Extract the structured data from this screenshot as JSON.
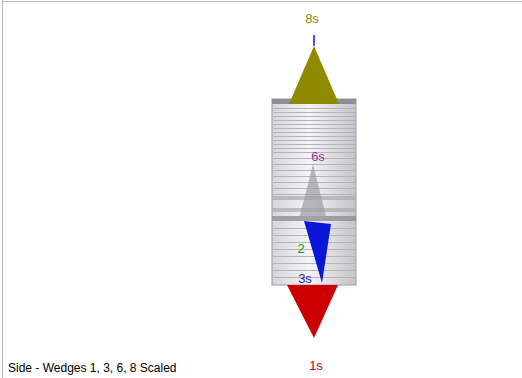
{
  "diagram": {
    "caption": "Side - Wedges 1, 3, 6, 8 Scaled",
    "labels": [
      "8s",
      "6s",
      "2",
      "3s",
      "1s"
    ]
  }
}
